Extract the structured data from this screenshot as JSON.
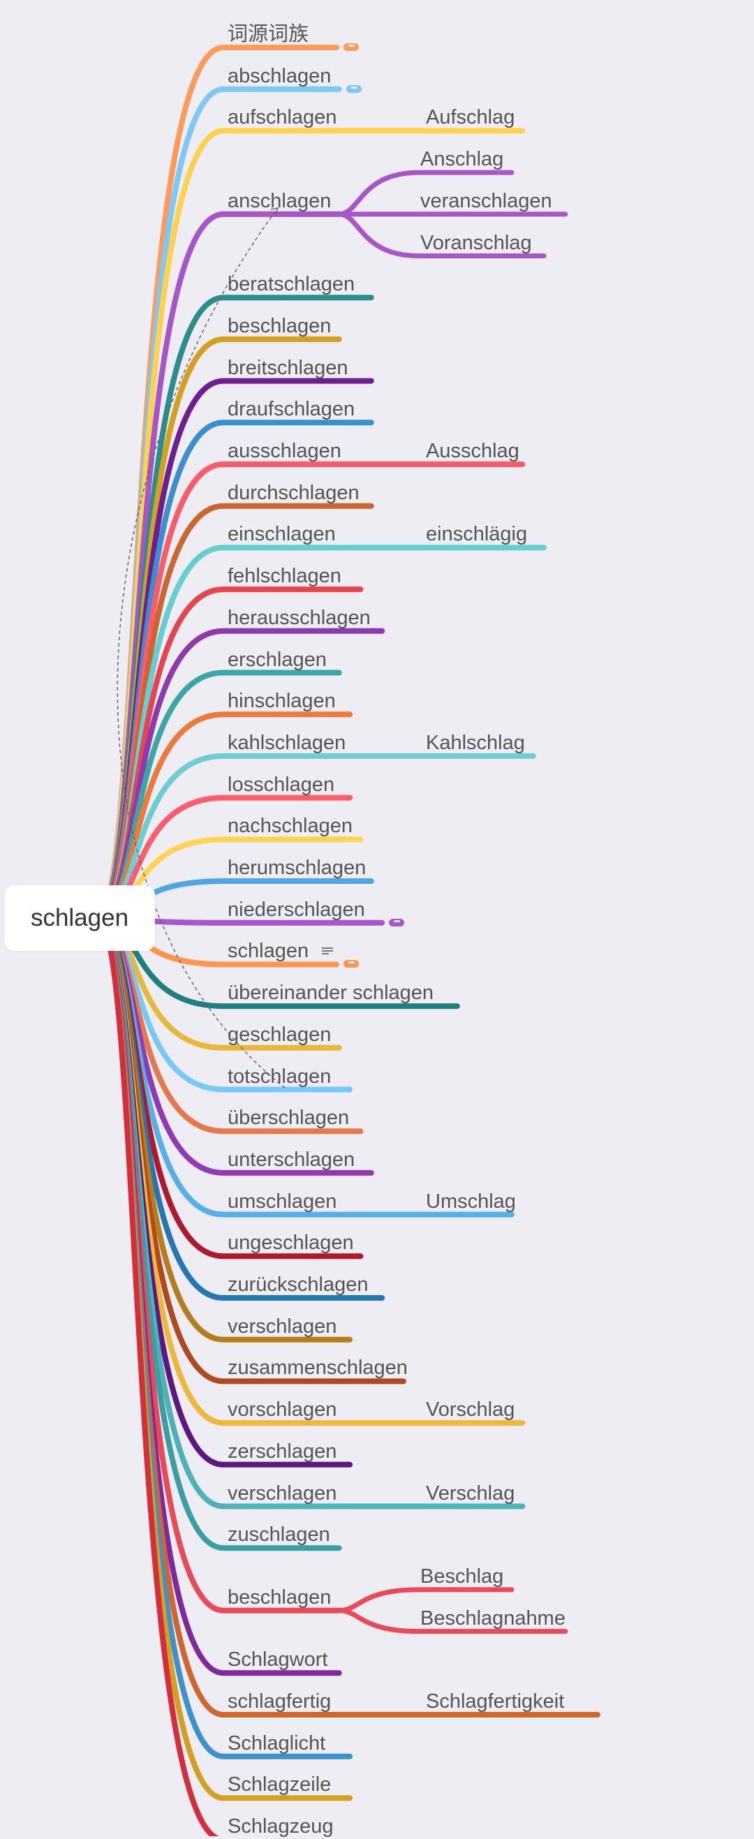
{
  "root": "schlagen",
  "nodes": [
    {
      "label": "词源词族",
      "color": "#FF9B5A",
      "badge": "more"
    },
    {
      "label": "abschlagen",
      "color": "#7DC8F7",
      "badge": "more"
    },
    {
      "label": "aufschlagen",
      "color": "#FFD24D",
      "children": [
        "Aufschlag"
      ]
    },
    {
      "label": "anschlagen",
      "color": "#A855C7",
      "children": [
        "Anschlag",
        "veranschlagen",
        "Voranschlag"
      ]
    },
    {
      "label": "beratschlagen",
      "color": "#2A8E8E"
    },
    {
      "label": "beschlagen",
      "color": "#D4A020"
    },
    {
      "label": "breitschlagen",
      "color": "#6E1E8E"
    },
    {
      "label": "draufschlagen",
      "color": "#3A8FD0"
    },
    {
      "label": "ausschlagen",
      "color": "#FF5A6A",
      "children": [
        "Ausschlag"
      ]
    },
    {
      "label": "durchschlagen",
      "color": "#CC6630"
    },
    {
      "label": "einschlagen",
      "color": "#66CDD0",
      "children": [
        "einschlägig"
      ]
    },
    {
      "label": "fehlschlagen",
      "color": "#E64550"
    },
    {
      "label": "herausschlagen",
      "color": "#8E3AAE"
    },
    {
      "label": "erschlagen",
      "color": "#3AA6A6"
    },
    {
      "label": "hinschlagen",
      "color": "#EE7A3A"
    },
    {
      "label": "kahlschlagen",
      "color": "#6CCDD3",
      "children": [
        "Kahlschlag"
      ]
    },
    {
      "label": "losschlagen",
      "color": "#FF5C6E"
    },
    {
      "label": "nachschlagen",
      "color": "#FFD452"
    },
    {
      "label": "herumschlagen",
      "color": "#4FA6E3"
    },
    {
      "label": "niederschlagen",
      "color": "#A855D0",
      "badge": "more"
    },
    {
      "label": "schlagen",
      "color": "#FF9550",
      "badge": "more",
      "note": true
    },
    {
      "label": "übereinander schlagen",
      "color": "#1E7F80"
    },
    {
      "label": "geschlagen",
      "color": "#E8B83A"
    },
    {
      "label": "totschlagen",
      "color": "#79C9F8"
    },
    {
      "label": "überschlagen",
      "color": "#E5794B"
    },
    {
      "label": "unterschlagen",
      "color": "#9139B6"
    },
    {
      "label": "umschlagen",
      "color": "#57AFE8",
      "children": [
        "Umschlag"
      ]
    },
    {
      "label": "ungeschlagen",
      "color": "#B0182B"
    },
    {
      "label": "zurückschlagen",
      "color": "#2576B4"
    },
    {
      "label": "verschlagen",
      "color": "#B57D1C"
    },
    {
      "label": "zusammenschlagen",
      "color": "#B04A1E"
    },
    {
      "label": "vorschlagen",
      "color": "#EEB93A",
      "children": [
        "Vorschlag"
      ]
    },
    {
      "label": "zerschlagen",
      "color": "#5E177E"
    },
    {
      "label": "verschlagen",
      "color": "#4EB2B7",
      "children": [
        "Verschlag"
      ]
    },
    {
      "label": "zuschlagen",
      "color": "#3A9EA3"
    },
    {
      "label": "beschlagen",
      "color": "#E94A58",
      "children": [
        "Beschlag",
        "Beschlagnahme"
      ]
    },
    {
      "label": "Schlagwort",
      "color": "#7E2A9E"
    },
    {
      "label": "schlagfertig",
      "color": "#D0662E",
      "children": [
        "Schlagfertigkeit"
      ]
    },
    {
      "label": "Schlaglicht",
      "color": "#3E92CC"
    },
    {
      "label": "Schlagzeile",
      "color": "#D4A024"
    },
    {
      "label": "Schlagzeug",
      "color": "#D42E3C"
    }
  ]
}
